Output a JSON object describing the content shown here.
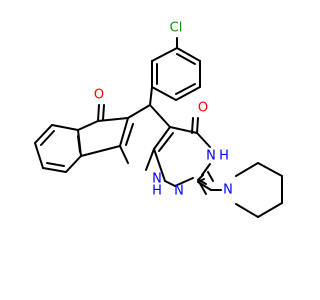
{
  "atoms": [
    {
      "id": "Cl",
      "text": "Cl",
      "color": "#00a000"
    },
    {
      "id": "O1",
      "text": "O",
      "color": "#ff0000"
    },
    {
      "id": "O2",
      "text": "O",
      "color": "#ff0000"
    },
    {
      "id": "NH1",
      "text": "N",
      "sub": "H",
      "color": "#0000ff"
    },
    {
      "id": "NH2",
      "text": "N",
      "sub": "H",
      "color": "#0000ff"
    },
    {
      "id": "N3",
      "text": "N",
      "color": "#0000ff"
    },
    {
      "id": "N4",
      "text": "N",
      "color": "#0000ff"
    }
  ]
}
